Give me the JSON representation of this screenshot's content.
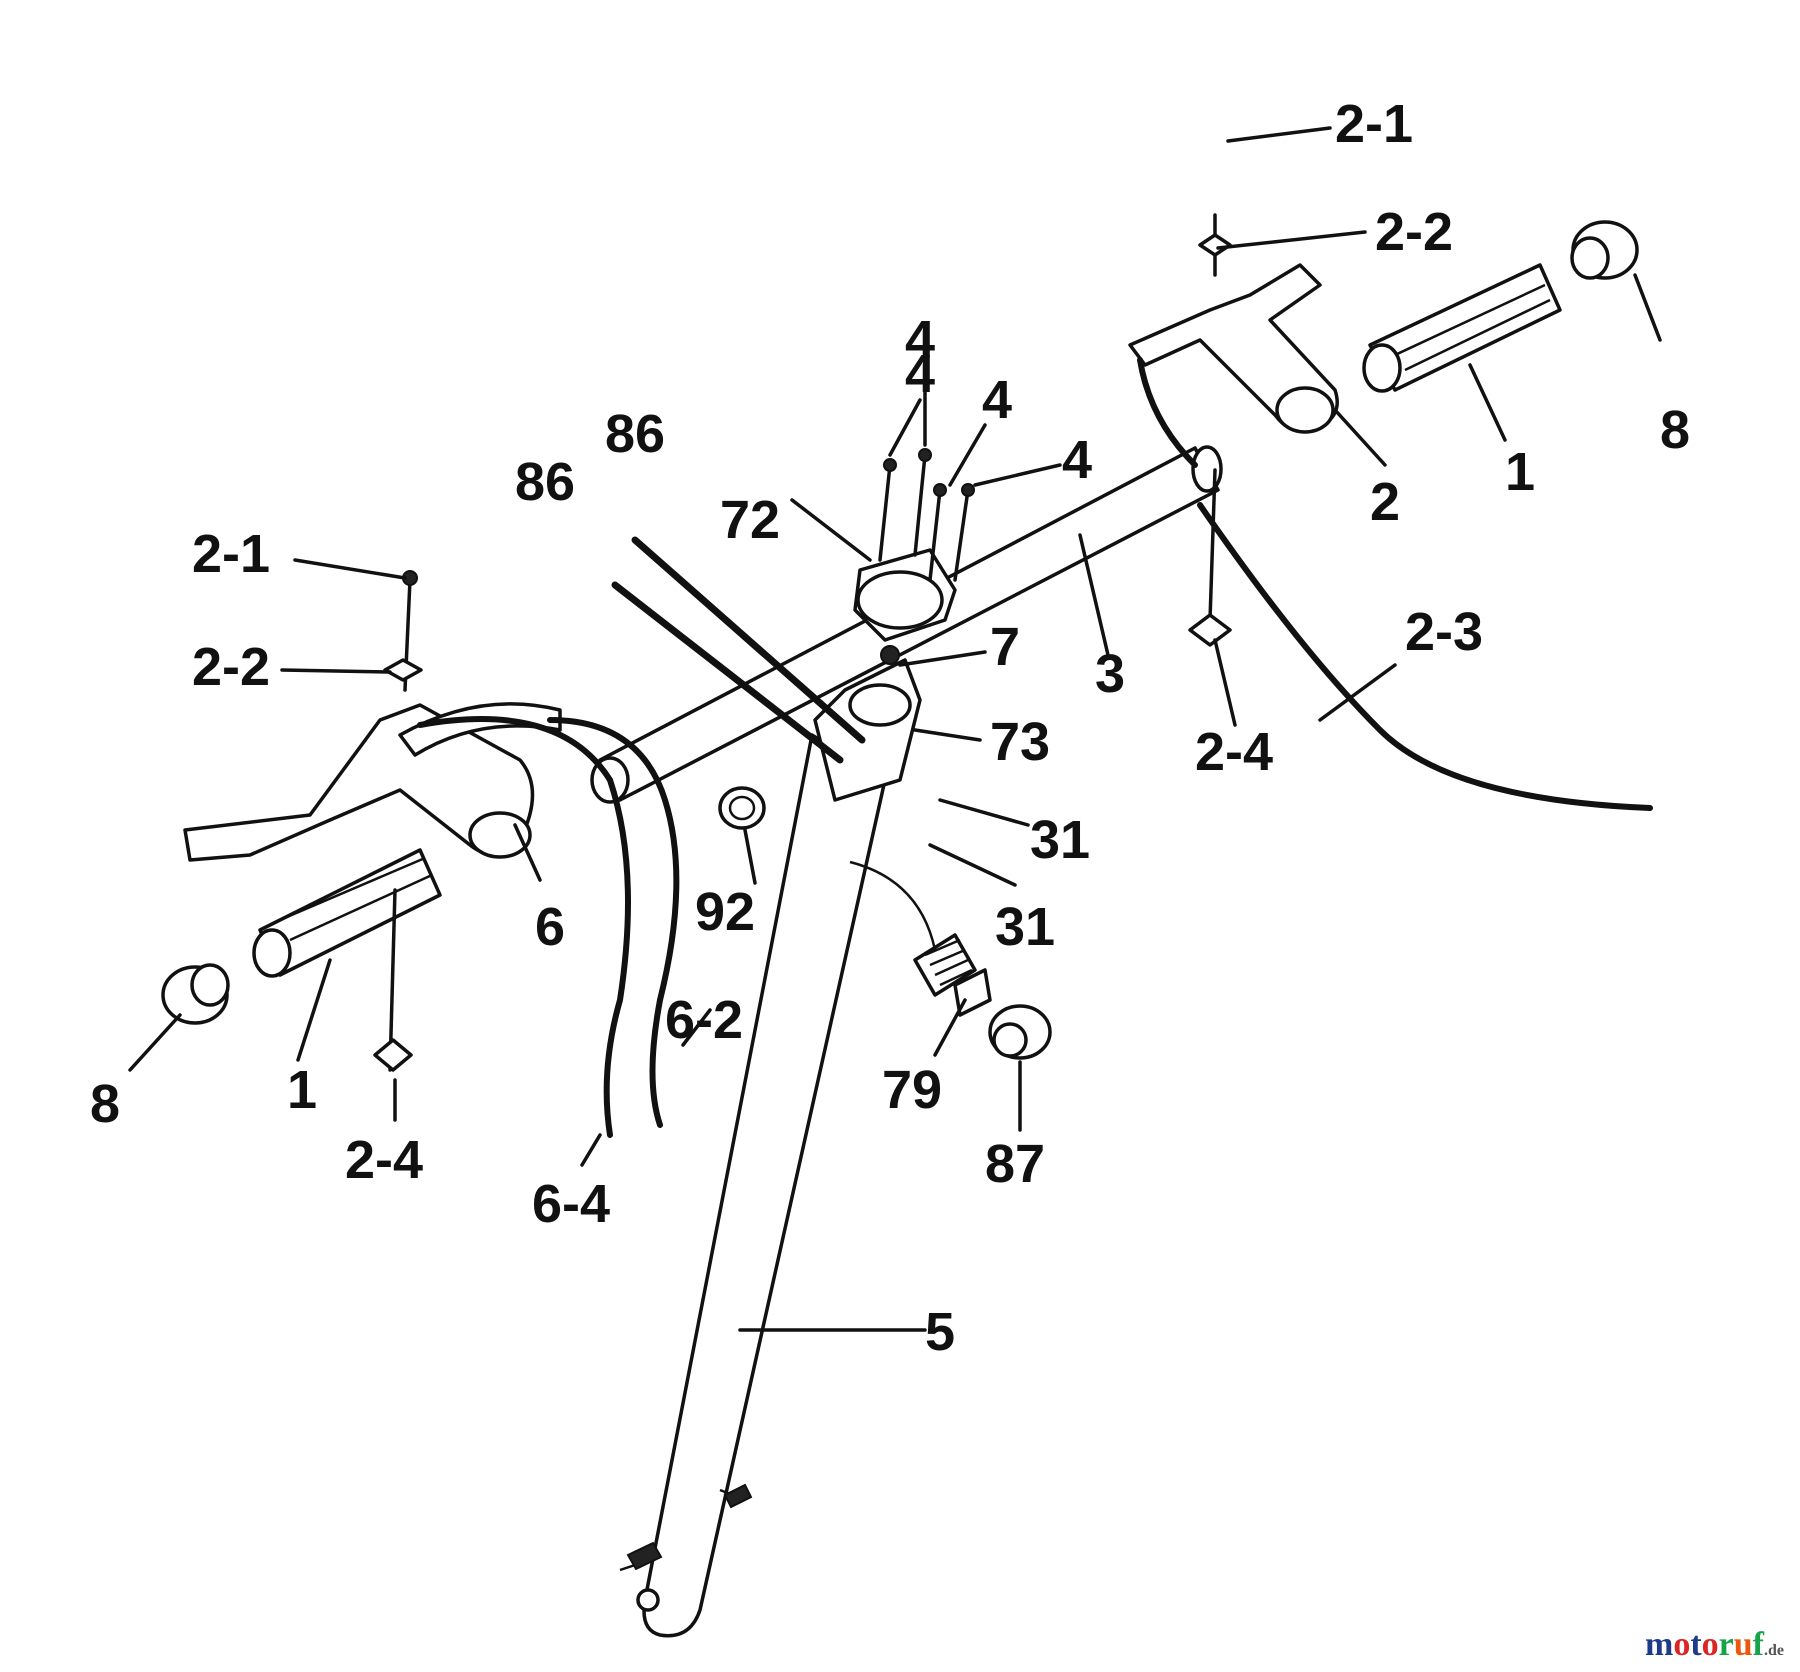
{
  "labels": {
    "l21_top": "2-1",
    "l22_top": "2-2",
    "l8_right": "8",
    "l4_a": "4",
    "l4_b": "4",
    "l4_c": "4",
    "l4_d": "4",
    "l1_right": "1",
    "l2": "2",
    "l86_a": "86",
    "l86_b": "86",
    "l72": "72",
    "l3": "3",
    "l23": "2-3",
    "l24_right": "2-4",
    "l21_left": "2-1",
    "l22_left": "2-2",
    "l7": "7",
    "l73": "73",
    "l31_a": "31",
    "l31_b": "31",
    "l92": "92",
    "l6": "6",
    "l62": "6-2",
    "l79": "79",
    "l87": "87",
    "l8_left": "8",
    "l1_left": "1",
    "l24_left": "2-4",
    "l64": "6-4",
    "l5": "5"
  },
  "watermark": {
    "text": "motoruf",
    "suffix": ".de",
    "colors": [
      "#1e3a8a",
      "#dc2626",
      "#1e3a8a",
      "#dc2626",
      "#16a34a",
      "#ea580c",
      "#16a34a"
    ]
  }
}
